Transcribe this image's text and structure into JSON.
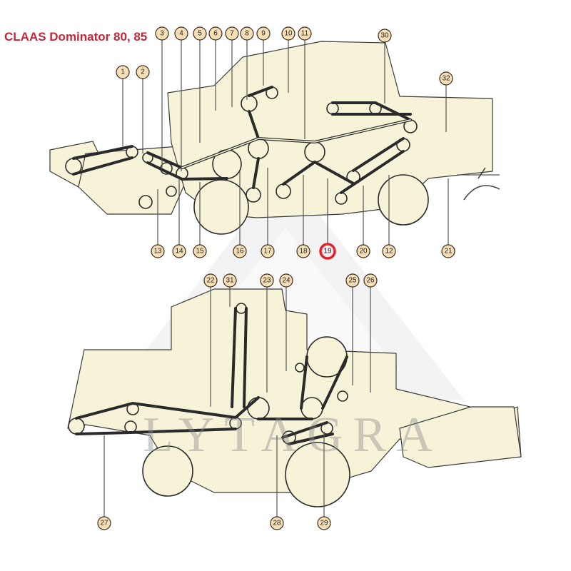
{
  "title": "CLAAS Dominator 80, 85",
  "watermark": "LYTAGRA",
  "highlighted_callout": "19",
  "colors": {
    "title": "#c0283a",
    "highlight": "#e0202a",
    "callout_fill": "#f6dfb7",
    "machine_fill": "#f7f3d8"
  },
  "top_view_callouts": [
    "1",
    "2",
    "3",
    "4",
    "5",
    "6",
    "7",
    "8",
    "9",
    "10",
    "11",
    "30",
    "32",
    "13",
    "14",
    "15",
    "16",
    "17",
    "18",
    "19",
    "20",
    "12",
    "21"
  ],
  "bottom_view_callouts": [
    "22",
    "31",
    "23",
    "24",
    "25",
    "26",
    "27",
    "28",
    "29"
  ]
}
